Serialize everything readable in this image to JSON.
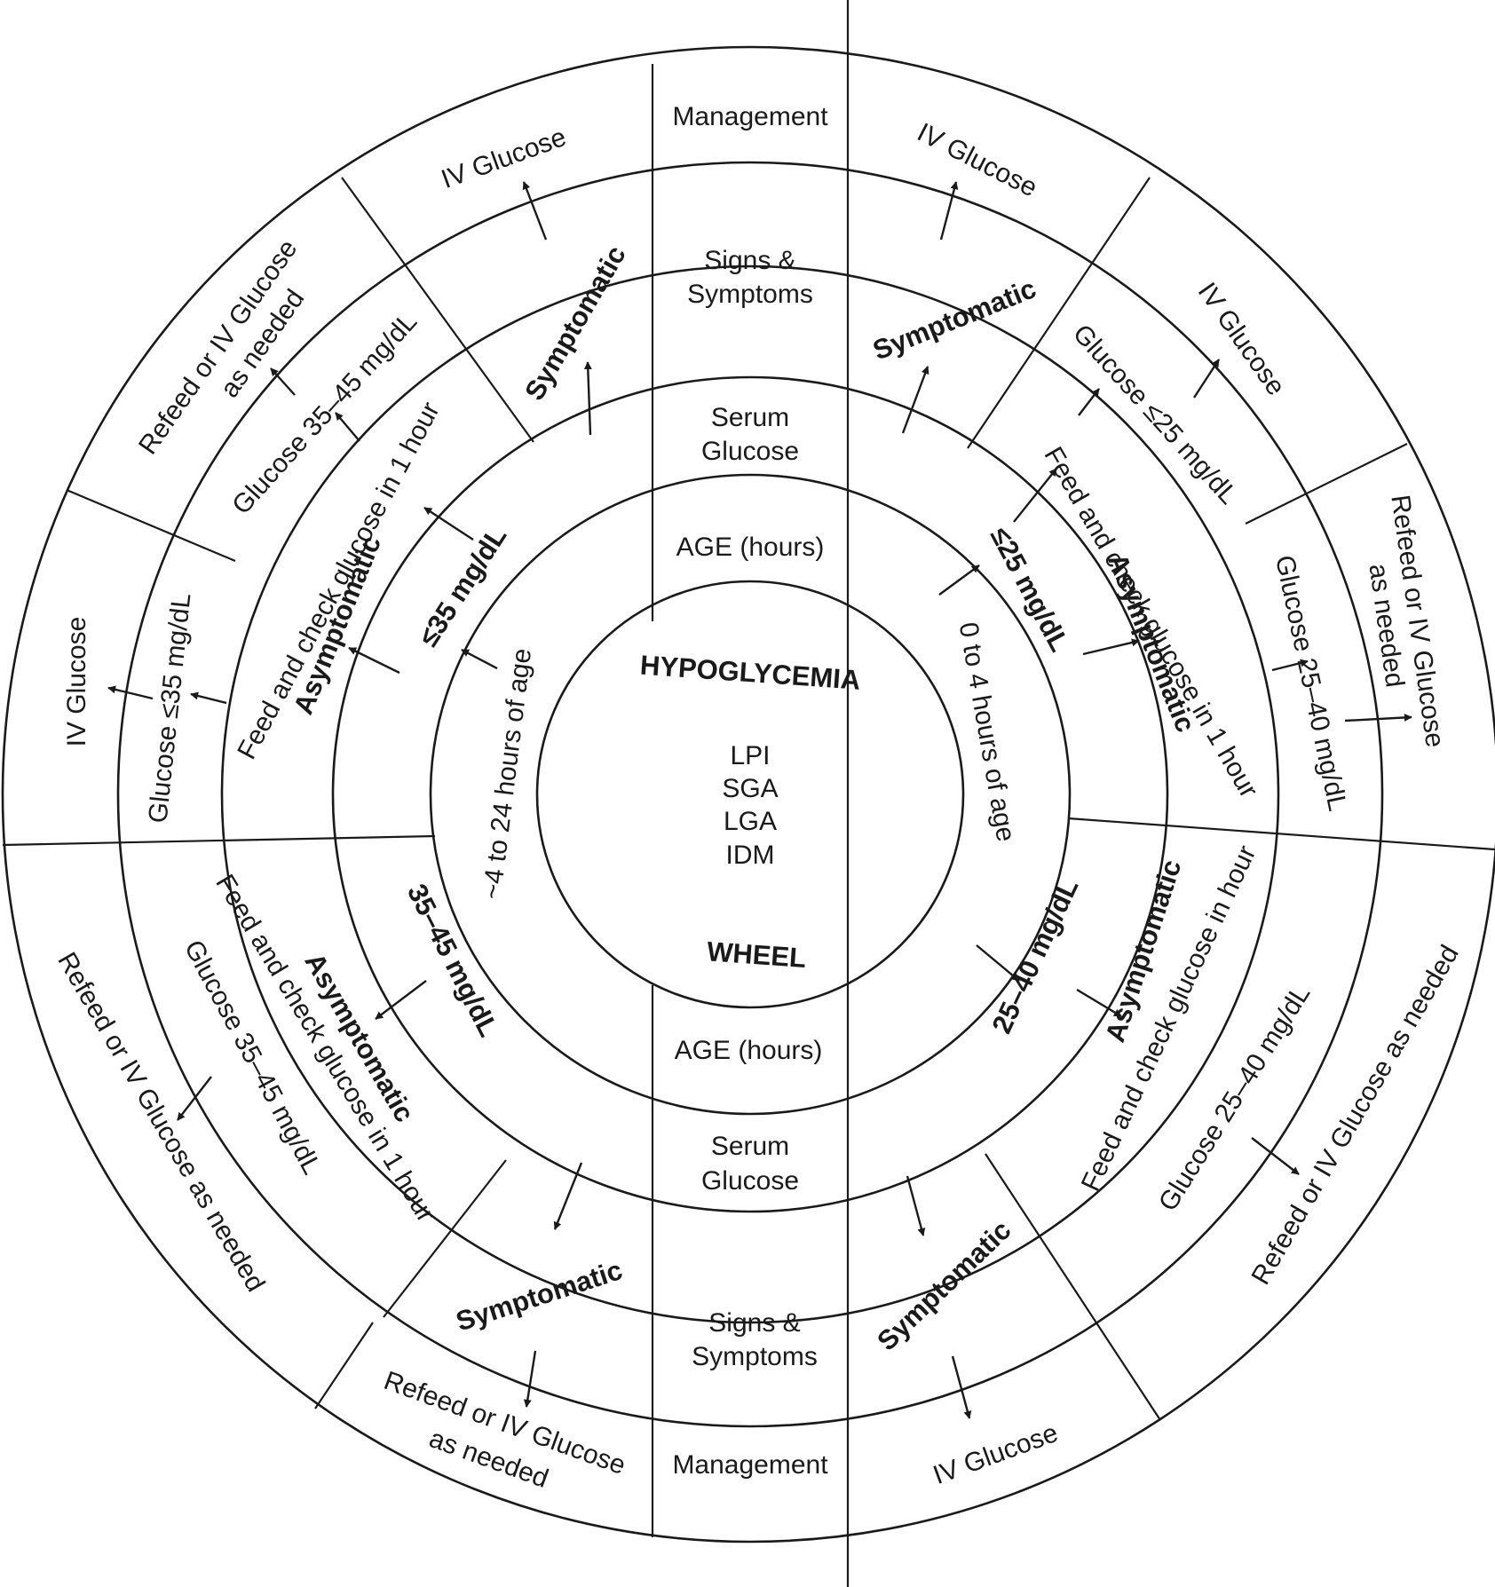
{
  "center": {
    "title_top": "HYPOGLYCEMIA",
    "title_bottom": "WHEEL",
    "risk_groups": [
      "LPI",
      "SGA",
      "LGA",
      "IDM"
    ]
  },
  "axis_labels": {
    "age": "AGE (hours)",
    "serum_line1": "Serum",
    "serum_line2": "Glucose",
    "signs_line1": "Signs &",
    "signs_line2": "Symptoms",
    "management": "Management"
  },
  "right_half": {
    "age_range": "0 to 4 hours of age",
    "upper_level": "≤25 mg/dL",
    "lower_level": "25–40 mg/dL",
    "symptomatic": "Symptomatic",
    "asymptomatic": "Asymptomatic",
    "iv_glucose": "IV Glucose",
    "feed_check_upper": "Feed and check glucose in 1 hour",
    "feed_check_lower": "Feed and check glucose in hour",
    "glucose_low": "Glucose ≤25 mg/dL",
    "glucose_range": "Glucose 25–40 mg/dL",
    "refeed_line1": "Refeed or IV Glucose",
    "refeed_line2": "as needed",
    "refeed_full": "Refeed or IV Glucose as needed"
  },
  "left_half": {
    "age_range": "~4 to 24 hours of age",
    "upper_level": "≤35 mg/dL",
    "lower_level": "35–45 mg/dL",
    "symptomatic": "Symptomatic",
    "asymptomatic": "Asymptomatic",
    "iv_glucose": "IV Glucose",
    "feed_check": "Feed and check glucose in 1 hour",
    "glucose_low": "Glucose ≤35 mg/dL",
    "glucose_range": "Glucose 35–45 mg/dL",
    "glucose_range_upper": "Glucose 35–45  mg/dL",
    "refeed_line1": "Refeed or IV Glucose",
    "refeed_line2": "as needed",
    "refeed_full": "Refeed or IV Glucose as needed"
  }
}
